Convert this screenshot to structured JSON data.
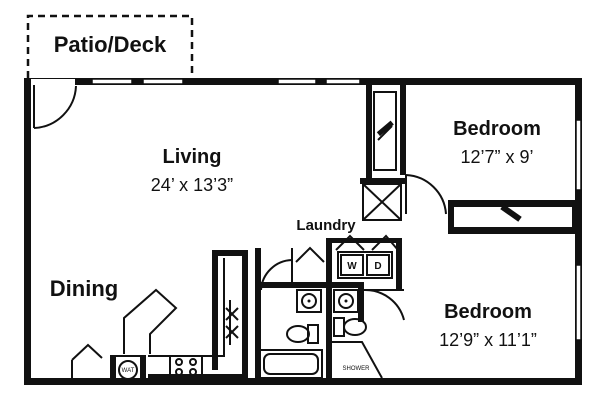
{
  "rooms": {
    "patio": {
      "name": "Patio/Deck"
    },
    "living": {
      "name": "Living",
      "size": "24’ x 13’3”"
    },
    "dining": {
      "name": "Dining"
    },
    "laundry": {
      "name": "Laundry"
    },
    "bedroom1": {
      "name": "Bedroom",
      "size": "12’7” x 9’"
    },
    "bedroom2": {
      "name": "Bedroom",
      "size": "12’9” x 11’1”"
    }
  },
  "fixtures": {
    "washer": "W",
    "dryer": "D",
    "water_heater": "WAT",
    "shower": "SHOWER"
  }
}
